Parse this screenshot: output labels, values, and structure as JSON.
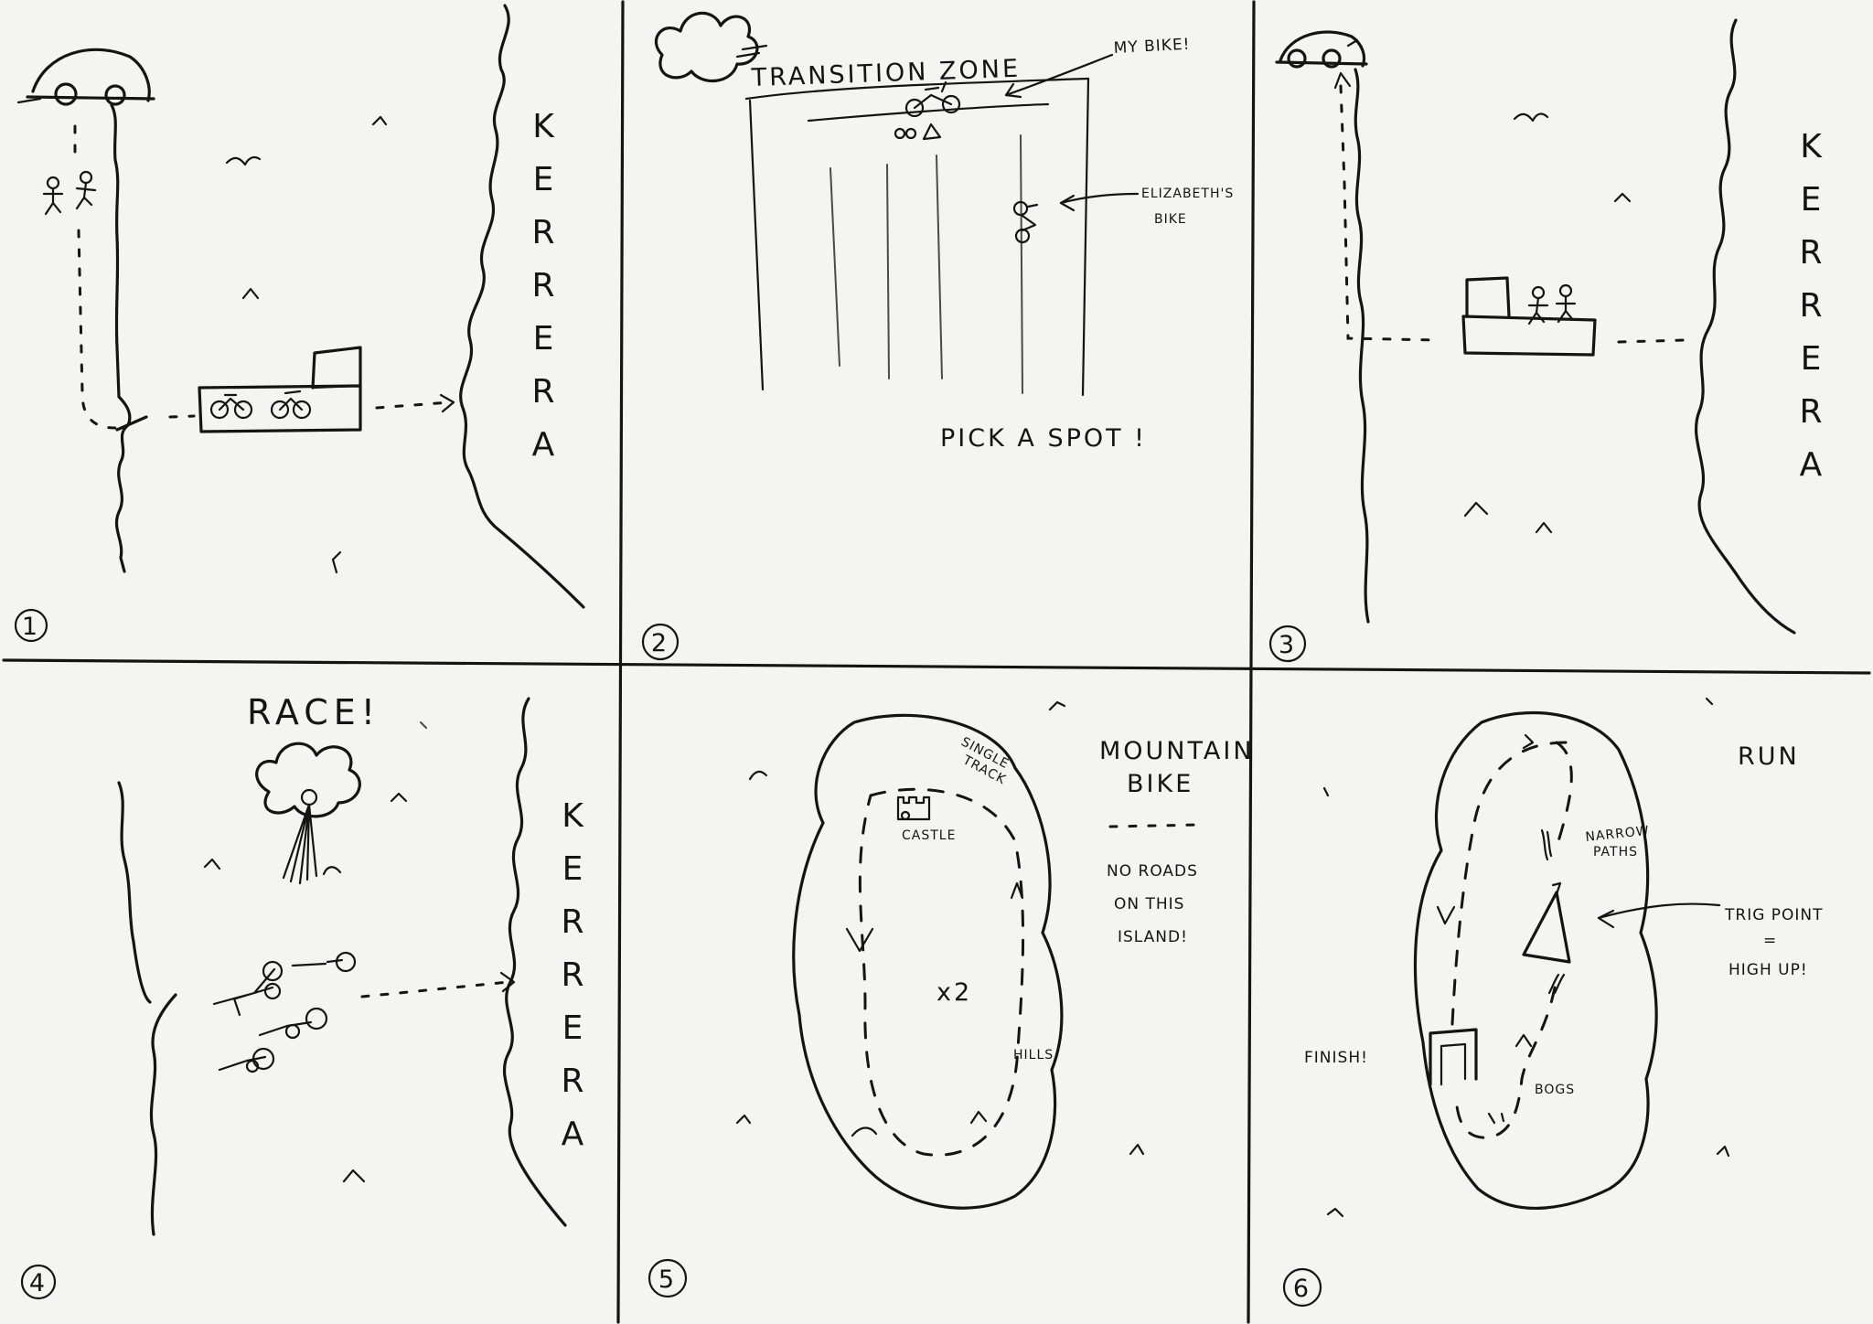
{
  "panels": [
    {
      "number": "1",
      "island_label": "KERRERA"
    },
    {
      "number": "2",
      "title": "TRANSITION ZONE",
      "my_bike": "MY BIKE!",
      "elizabeth_bike": [
        "ELIZABETH'S",
        "BIKE"
      ],
      "caption": "PICK A SPOT !"
    },
    {
      "number": "3",
      "island_label": "KERRERA"
    },
    {
      "number": "4",
      "title": "RACE!",
      "island_label": "KERRERA"
    },
    {
      "number": "5",
      "title": [
        "MOUNTAIN",
        "BIKE"
      ],
      "note": [
        "NO ROADS",
        "ON THIS",
        "ISLAND!"
      ],
      "single_track": [
        "SINGLE",
        "TRACK"
      ],
      "castle": "CASTLE",
      "laps": "x2",
      "hills": "HILLS"
    },
    {
      "number": "6",
      "title": "RUN",
      "narrow_paths": [
        "NARROW",
        "PATHS"
      ],
      "trig_point": [
        "TRIG POINT",
        "=",
        "HIGH UP!"
      ],
      "finish": "FINISH!",
      "bogs": "BOGS"
    }
  ]
}
